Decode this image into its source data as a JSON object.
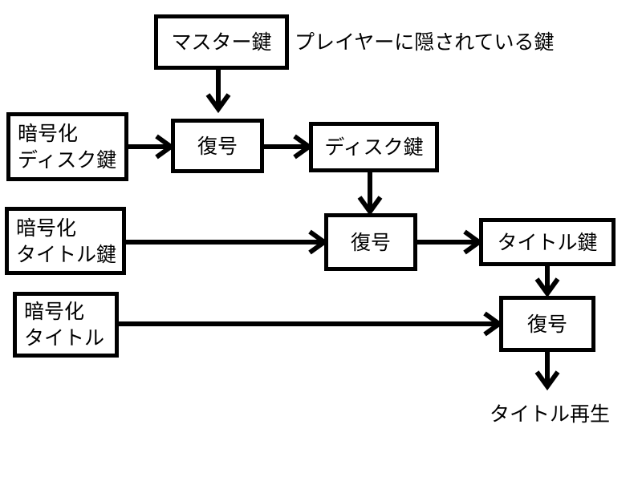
{
  "nodes": {
    "master_key": {
      "label": "マスター鍵"
    },
    "master_key_note": {
      "label": "プレイヤーに隠されている鍵"
    },
    "encrypted_disc_key": {
      "line1": "暗号化",
      "line2": "ディスク鍵"
    },
    "decrypt_1": {
      "label": "復号"
    },
    "disc_key": {
      "label": "ディスク鍵"
    },
    "encrypted_title_key": {
      "line1": "暗号化",
      "line2": "タイトル鍵"
    },
    "decrypt_2": {
      "label": "復号"
    },
    "title_key": {
      "label": "タイトル鍵"
    },
    "encrypted_title": {
      "line1": "暗号化",
      "line2": "タイトル"
    },
    "decrypt_3": {
      "label": "復号"
    },
    "title_playback": {
      "label": "タイトル再生"
    }
  }
}
